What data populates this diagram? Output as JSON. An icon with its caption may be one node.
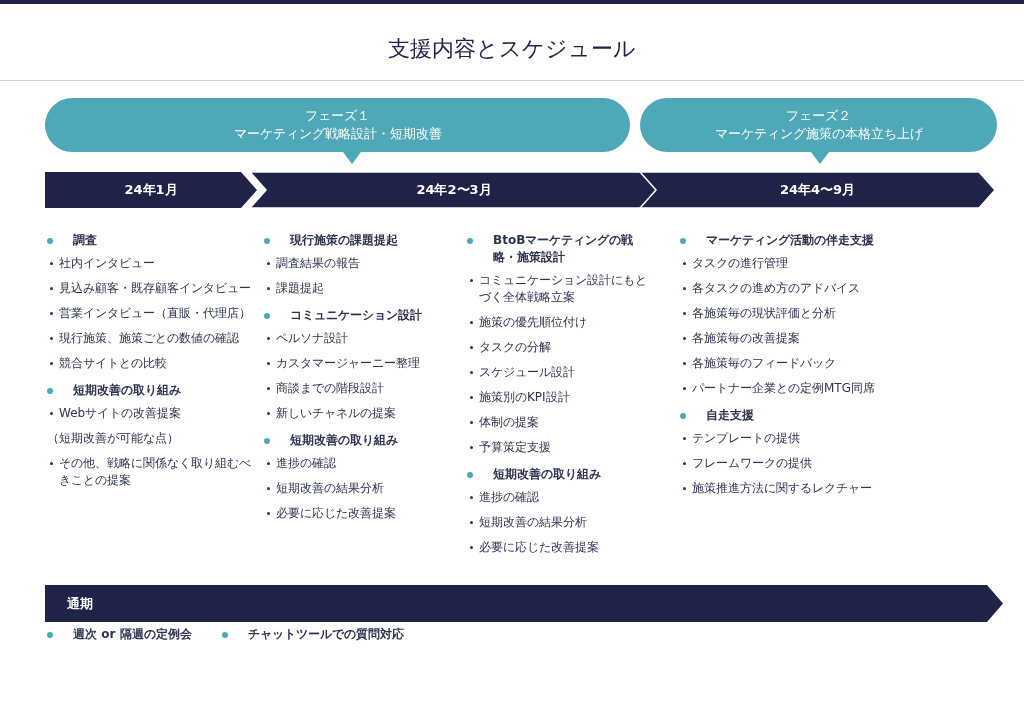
{
  "diagram": {
    "title": "支援内容とスケジュール",
    "nodes": [
      {
        "text": [
          "フェーズ１",
          "マーケティング戦略設計・短期改善"
        ]
      },
      {
        "text": [
          "フェーズ２",
          "マーケティング施策の本格立ち上げ"
        ]
      },
      {
        "text": [
          "24年1月"
        ]
      },
      {
        "text": [
          "24年2〜3月"
        ]
      },
      {
        "text": [
          "24年4〜9月"
        ]
      },
      {
        "text": [
          "通期"
        ],
        "beside": [
          "週次 or 隔週の定例会",
          "チャットツールでの質問対応"
        ]
      }
    ],
    "labels": [
      "調査",
      "社内インタビュー",
      "見込み顧客・既存顧客インタビュー",
      "営業インタビュー（直販・代理店）",
      "現行施策、施策ごとの数値の確認",
      "競合サイトとの比較",
      "短期改善の取り組み",
      "Webサイトの改善提案",
      "（短期改善が可能な点）",
      "その他、戦略に関係なく取り組むべきことの提案",
      "現行施策の課題提起",
      "調査結果の報告",
      "課題提起",
      "コミュニケーション設計",
      "ペルソナ設計",
      "カスタマージャーニー整理",
      "商談までの階段設計",
      "新しいチャネルの提案",
      "短期改善の取り組み",
      "進捗の確認",
      "短期改善の結果分析",
      "必要に応じた改善提案",
      "BtoBマーケティングの戦略・施策設計",
      "コミュニケーション設計にもとづく全体戦略立案",
      "施策の優先順位付け",
      "タスクの分解",
      "スケジュール設計",
      "施策別のKPI設計",
      "体制の提案",
      "予算策定支援",
      "短期改善の取り組み",
      "進捗の確認",
      "短期改善の結果分析",
      "必要に応じた改善提案",
      "マーケティング活動の伴走支援",
      "タスクの進行管理",
      "各タスクの進め方のアドバイス",
      "各施策毎の現状評価と分析",
      "各施策毎の改善提案",
      "各施策毎のフィードバック",
      "パートナー企業との定例MTG同席",
      "自走支援",
      "テンプレートの提供",
      "フレームワークの提供",
      "施策推進方法に関するレクチャー"
    ]
  }
}
